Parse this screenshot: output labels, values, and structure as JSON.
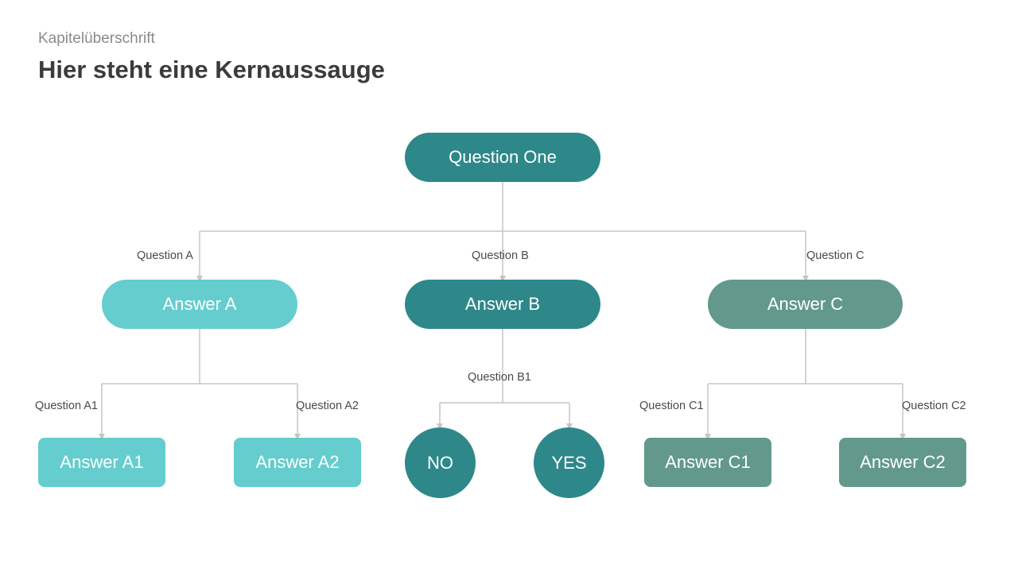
{
  "header": {
    "subtitle": "Kapitelüberschrift",
    "title": "Hier steht eine Kernaussauge"
  },
  "colors": {
    "dark_teal": "#2e888a",
    "light_teal": "#65cdcd",
    "sage": "#62998c",
    "connector": "#c6c6c6"
  },
  "nodes": {
    "question_one": "Question One",
    "answer_a": "Answer A",
    "answer_b": "Answer B",
    "answer_c": "Answer C",
    "answer_a1": "Answer A1",
    "answer_a2": "Answer A2",
    "no": "NO",
    "yes": "YES",
    "answer_c1": "Answer C1",
    "answer_c2": "Answer C2"
  },
  "labels": {
    "question_a": "Question A",
    "question_b": "Question B",
    "question_c": "Question C",
    "question_a1": "Question A1",
    "question_a2": "Question A2",
    "question_b1": "Question B1",
    "question_c1": "Question C1",
    "question_c2": "Question C2"
  }
}
